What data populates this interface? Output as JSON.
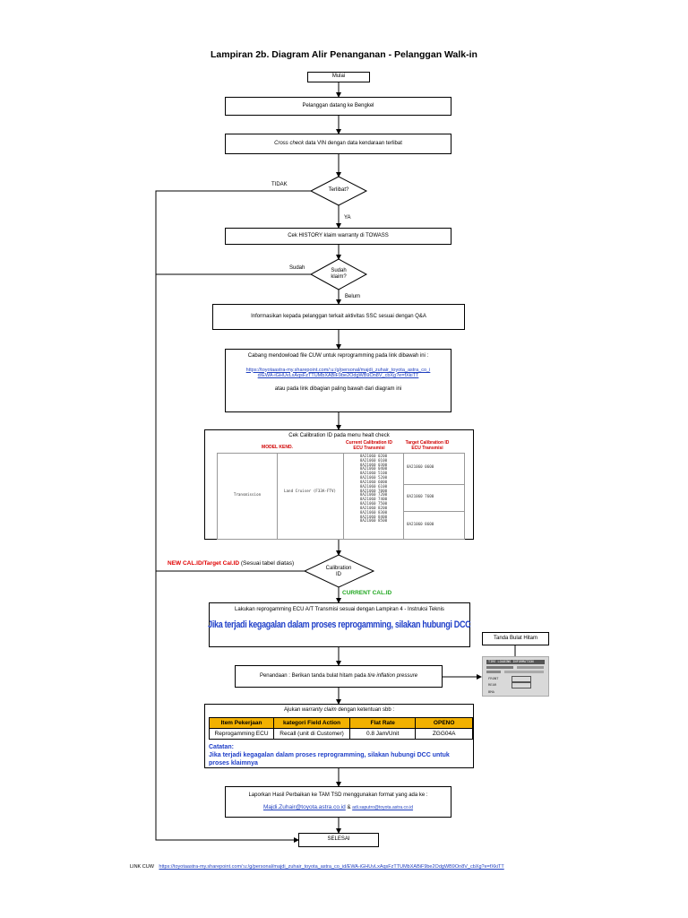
{
  "title": "Lampiran 2b. Diagram Alir Penanganan - Pelanggan Walk-in",
  "steps": {
    "start": "Mulai",
    "arrive": "Pelanggan datang ke Bengkel",
    "crosscheck_em": "Cross check",
    "crosscheck_rest": " data VIN dengan data kendaraan terlibat",
    "involved": "Terlibat?",
    "no": "TIDAK",
    "yes": "YA",
    "history": "Cek HISTORY klaim warranty di TOWASS",
    "claimed_q1": "Sudah",
    "claimed_q2": "klaim?",
    "already": "Sudah",
    "not_yet": "Belum",
    "inform": "Informasikan kepada pelanggan terkait aktivitas SSC sesuai dengan Q&A",
    "download_text": "Cabang mendowload file CUW untuk reprogramming pada link dibawah ini :",
    "download_link": "https://toyotaastra-my.sharepoint.com/:u:/g/personal/majdi_zuhair_toyota_astra_co_id/EWA-iGHUvLxAqsFzTTUMbXABiF9be2OdgWB9On8V_cbXg?e=fXkiTT",
    "download_note": "atau pada link dibagian paling bawah dari diagram ini",
    "calib_check": "Cek Calibration ID pada menu healt check",
    "calib_q1": "Calibration",
    "calib_q2": "ID",
    "new_cal_red": "NEW CAL.ID/Target Cal.ID",
    "new_cal_rest": " (Sesuai tabel diatas)",
    "current_cal": "CURRENT CAL.ID",
    "reprog_text": "Lakukan reprogamming ECU A/T Transmisi sesuai dengan Lampiran 4 - Instruksi Teknis",
    "reprog_warning": "Jika terjadi kegagalan dalam proses reprogamming, silakan hubungi DCC",
    "black_dot_label": "Tanda Bulat Hitam",
    "mark_text": "Penandaan : Berikan tanda bulat hitam pada ",
    "mark_em": "tire inflation pressure",
    "claim_intro_a": "Ajukan ",
    "claim_intro_em": "warranty claim",
    "claim_intro_b": " dengan ketentuan sbb :",
    "note_title": "Catatan:",
    "note_text": "Jika terjadi kegagalan dalam proses reprogramming, silakan hubungi DCC untuk proses klaimnya",
    "report_text": "Laporkan Hasil Perbaikan ke TAM TSD menggunakan format yang ada ke :",
    "email1": "Majdi.Zuhair@toyota.astra.co.id",
    "amp": " & ",
    "email2": "adi.saputro@toyota.astra.co.id",
    "end": "SELESAI",
    "footer_label": "LINK CUW",
    "footer_link": "https://toyotaastra-my.sharepoint.com/:u:/g/personal/majdi_zuhair_toyota_astra_co_id/EWA-iGHUvLxAqsFzTTUMbXABiF9be2OdgWB9On8V_cbXg?e=fXkiTT"
  },
  "calib_table": {
    "headers": [
      "MODEL KEND.",
      "Current Calibration ID ECU Transmisi",
      "Target Calibration ID ECU Transmisi"
    ],
    "row_label": "Transmission",
    "model": "Land Cruiser (F33A-FTV)",
    "current_ids": [
      "8A21060 0200",
      "8A21060 0100",
      "8A21060 0300",
      "8A21060 0400",
      "8A21060 5100",
      "8A21060 5200",
      "8A21060 6000",
      "8A21060 6100",
      "8A21060 7000",
      "8A21060 7200",
      "8A21060 7400",
      "8A21060 7500",
      "8A21060 8200",
      "8A21060 8300",
      "8A21060 8400",
      "8A21060 8500"
    ],
    "target_ids": [
      "8A21060 0600",
      "8A21060 7600",
      "8A21060 8600"
    ]
  },
  "claim_table": {
    "headers": [
      "Item Pekerjaan",
      "kategori Field Action",
      "Flat Rate",
      "OPENO"
    ],
    "row": [
      "Reprogamming ECU",
      "Recall (unit di Customer)",
      "0.8 Jam/Unit",
      "ZGG04A"
    ]
  },
  "tire_label": {
    "lines": [
      "TIRE LOADING INFORMATION",
      "FRONT",
      "REAR",
      "BMA"
    ]
  }
}
